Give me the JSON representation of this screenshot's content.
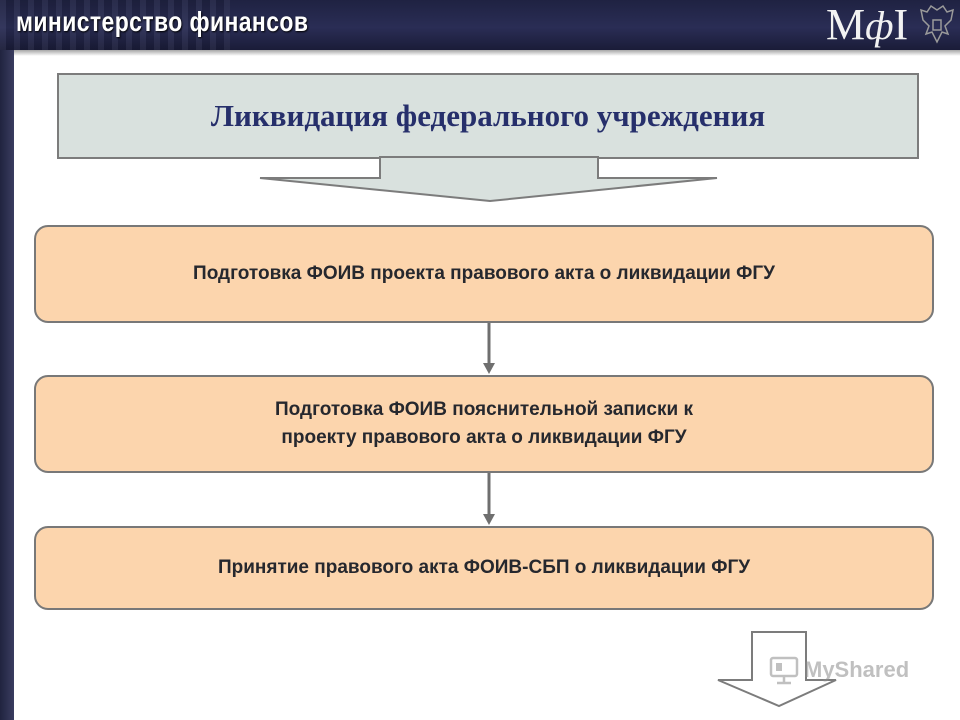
{
  "header": {
    "title": "министерство финансов",
    "logo_text": "М",
    "logo_phi": "ф",
    "logo_end": "I"
  },
  "diagram": {
    "title": "Ликвидация федерального учреждения",
    "steps": [
      {
        "label": "Подготовка ФОИВ проекта правового акта о ликвидации ФГУ"
      },
      {
        "label_line1": "Подготовка ФОИВ пояснительной записки к",
        "label_line2": "проекту правового акта о ликвидации ФГУ"
      },
      {
        "label": "Принятие правового акта ФОИВ-СБП о ликвидации ФГУ"
      }
    ]
  },
  "watermark": {
    "text": "MyShared"
  },
  "colors": {
    "header_bg": "#23264a",
    "title_fill": "#d9e1de",
    "title_text": "#262f6b",
    "step_fill": "#fcd5ad",
    "border": "#787878"
  }
}
